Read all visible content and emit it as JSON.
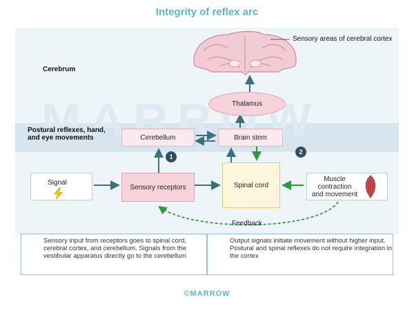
{
  "title": "Integrity of reflex arc",
  "labels": {
    "cerebrum": "Cerebrum",
    "postural": "Postural reflexes, hand, and eye movements",
    "cortex": "Sensory areas of cerebral cortex",
    "feedback": "Feedback"
  },
  "boxes": {
    "thalamus": "Thalamus",
    "cerebellum": "Cerebellum",
    "brainstem": "Brain stem",
    "signal": "Signal",
    "receptors": "Sensory receptors",
    "spinal": "Spinal cord",
    "muscle": "Muscle contraction and movement"
  },
  "badges": {
    "one": "1",
    "two": "2"
  },
  "captions": {
    "left": "Sensory input from receptors goes to spinal cord, cerebral cortex, and cerebellum. Signals from the vestibular apparatus directly go to the cerebellum",
    "right": "Output signals initiate movement without higher input. Postural and spinal reflexes do not require integration in the cortex"
  },
  "watermark": "MARROW",
  "footer": "©MARROW",
  "colors": {
    "title": "#5fb3cf",
    "arrow_dark": "#3e6f7c",
    "arrow_green": "#2f9a3a"
  }
}
